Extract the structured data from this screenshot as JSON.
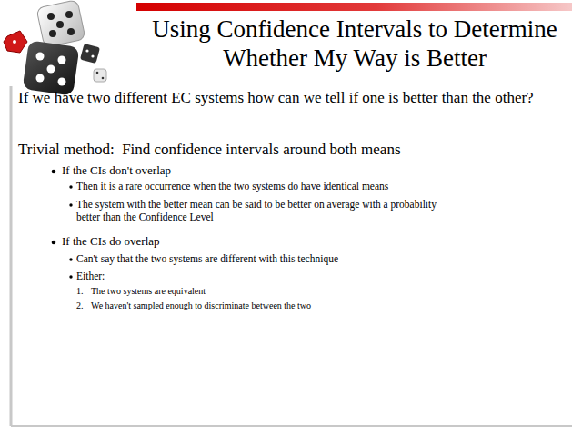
{
  "diagram": {
    "title": "Using Confidence Intervals to Determine Whether My Way is Better",
    "labels": [
      "If we have two different EC systems how can we tell if one is better than the other?",
      "Trivial method:  Find confidence intervals around both means",
      "If the CIs don't overlap",
      "Then it is a rare occurrence when the two systems do have identical means",
      "The system with the better mean can be said to be better on average with a probability better than the Confidence Level",
      "If the CIs do overlap",
      "Can't say that the two systems are different with this technique",
      "Either:",
      "1.",
      "The two systems are equivalent",
      "2.",
      "We haven't sampled enough to discriminate between the two"
    ]
  }
}
